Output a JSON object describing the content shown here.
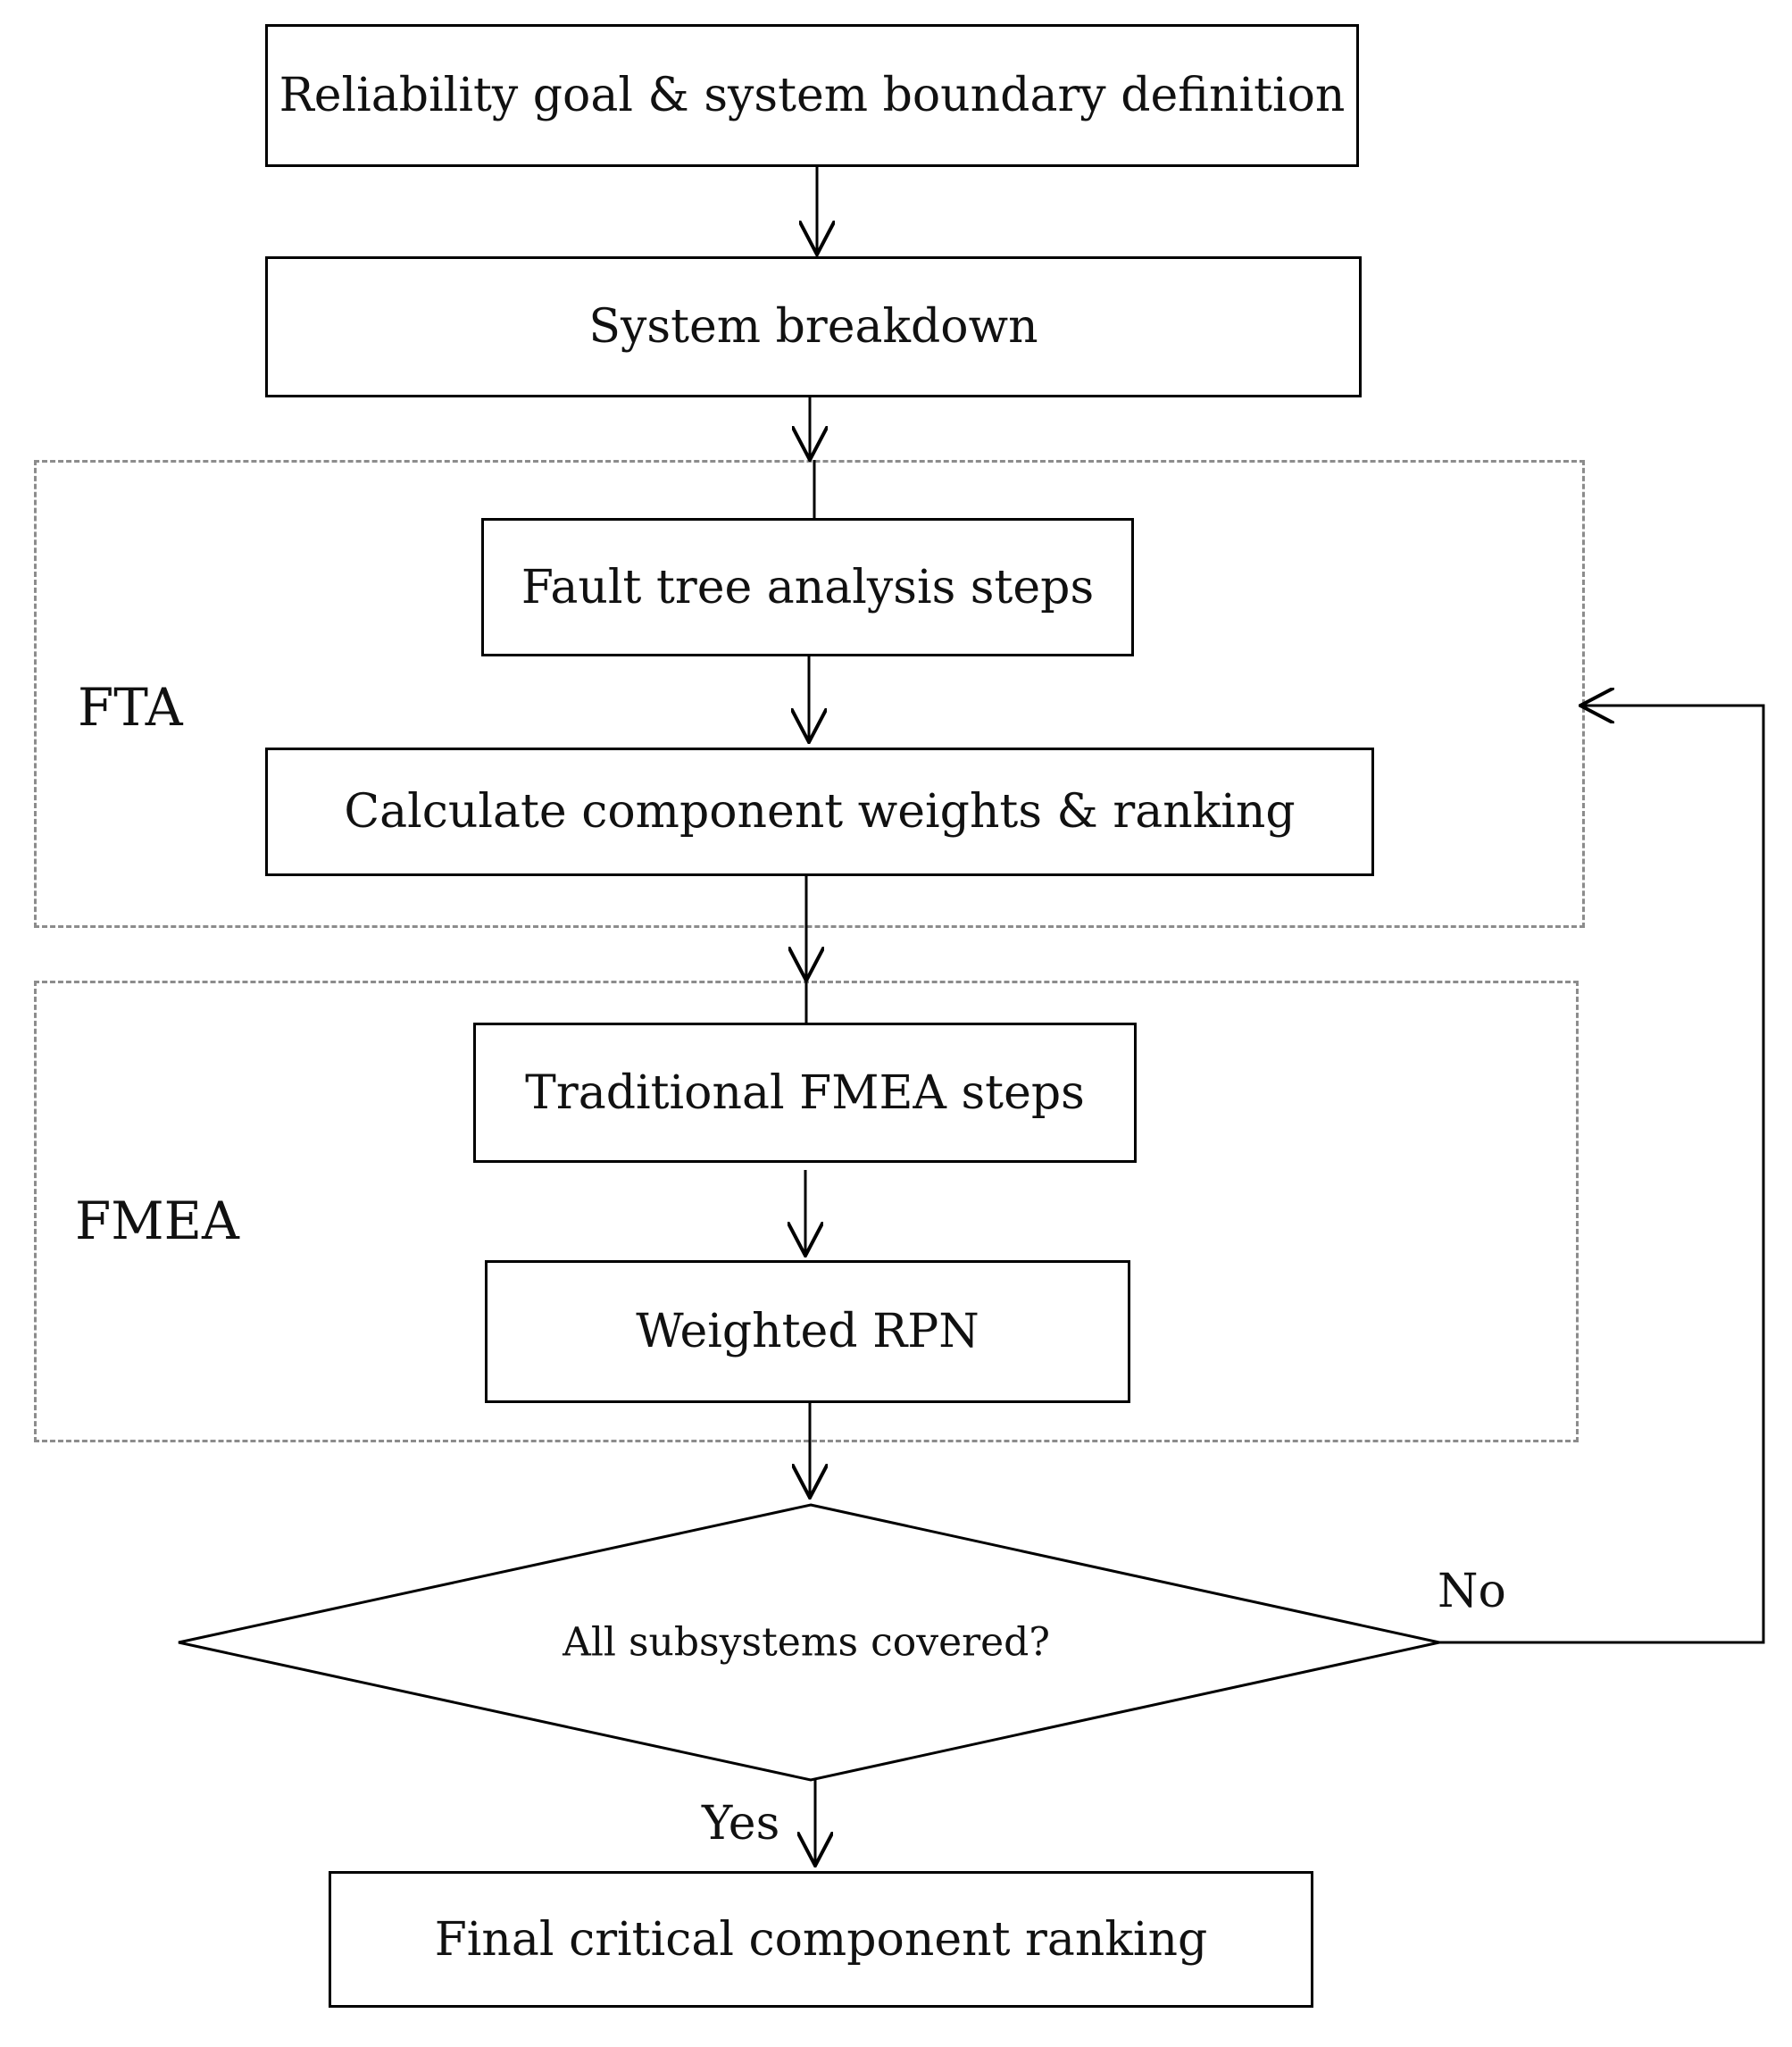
{
  "diagram": {
    "steps": {
      "goal": "Reliability goal & system boundary definition",
      "breakdown": "System breakdown",
      "fault_tree": "Fault tree analysis steps",
      "weights": "Calculate component weights & ranking",
      "fmea_steps": "Traditional FMEA steps",
      "weighted_rpn": "Weighted RPN",
      "final": "Final critical component ranking"
    },
    "groups": {
      "fta": "FTA",
      "fmea": "FMEA"
    },
    "decision": {
      "question": "All subsystems covered?",
      "no_label": "No",
      "yes_label": "Yes"
    },
    "line_color": "#000000",
    "group_border_color": "#8c8c8c"
  }
}
